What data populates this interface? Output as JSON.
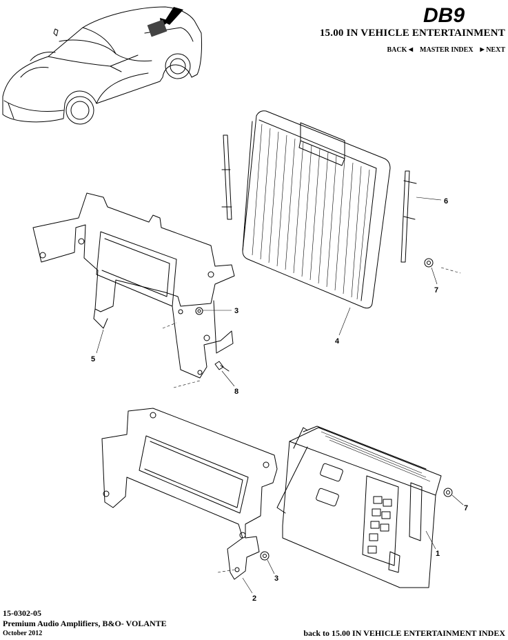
{
  "header": {
    "logo_text": "DB9",
    "section_title": "15.00 IN VEHICLE ENTERTAINMENT",
    "nav": {
      "back": "BACK",
      "master_index": "MASTER INDEX",
      "next": "NEXT"
    }
  },
  "callouts": {
    "c1": "1",
    "c2": "2",
    "c3a": "3",
    "c3b": "3",
    "c4": "4",
    "c5": "5",
    "c6": "6",
    "c7a": "7",
    "c7b": "7",
    "c8": "8"
  },
  "footer": {
    "code": "15-0302-05",
    "description": "Premium Audio Amplifiers, B&O- VOLANTE",
    "date": "October 2012",
    "back_link": "back to 15.00 IN VEHICLE ENTERTAINMENT INDEX"
  }
}
